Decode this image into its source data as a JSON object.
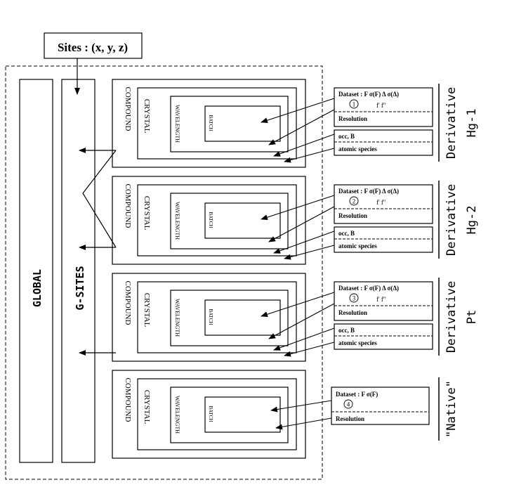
{
  "sites_label": "Sites : (x, y, z)",
  "global_label": "GLOBAL",
  "gsites_label": "G-SITES",
  "hierarchy": {
    "compound": "COMPOUND",
    "crystal": "CRYSTAL",
    "wavelength": "WAVELENGTH",
    "batch": "BATCH"
  },
  "datasets": [
    {
      "number": "1",
      "dataset_line": "Dataset    : F  σ(F)   Δ  σ(Δ)",
      "fprime": "f'    f''",
      "resolution": "Resolution",
      "occ_b": "occ, B",
      "atomic_species": "atomic species",
      "side_line1": "Derivative",
      "side_line2": "Hg-1"
    },
    {
      "number": "2",
      "dataset_line": "Dataset    : F  σ(F)   Δ  σ(Δ)",
      "fprime": "f'    f''",
      "resolution": "Resolution",
      "occ_b": "occ, B",
      "atomic_species": "atomic species",
      "side_line1": "Derivative",
      "side_line2": "Hg-2"
    },
    {
      "number": "3",
      "dataset_line": "Dataset    : F  σ(F)   Δ  σ(Δ)",
      "fprime": "f'    f''",
      "resolution": "Resolution",
      "occ_b": "occ, B",
      "atomic_species": "atomic species",
      "side_line1": "Derivative",
      "side_line2": "Pt"
    },
    {
      "number": "4",
      "dataset_line": "Dataset    : F  σ(F)",
      "resolution": "Resolution",
      "side_line1": "\"Native\""
    }
  ]
}
